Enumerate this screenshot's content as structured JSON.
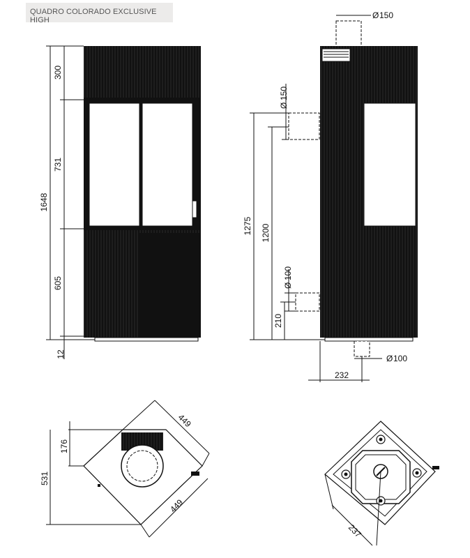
{
  "title": "QUADRO COLORADO EXCLUSIVE HIGH",
  "front_view": {
    "dims": {
      "total_height": "1648",
      "top_section": "300",
      "door_section": "731",
      "bottom_section": "605",
      "base": "12"
    }
  },
  "side_view": {
    "dims": {
      "flue_top": "150",
      "flue_rear": "150",
      "rear_outlet_height": "1275",
      "rear_flue_axis": "1200",
      "air_inlet": "100",
      "air_inlet_height": "210",
      "bottom_air": "100",
      "air_offset": "232"
    },
    "diameter_symbol": "Ø"
  },
  "top_view": {
    "dims": {
      "side_a": "449",
      "side_b": "449",
      "depth": "531",
      "flue_offset": "176"
    }
  },
  "bottom_view": {
    "dims": {
      "air_offset": "237"
    }
  }
}
